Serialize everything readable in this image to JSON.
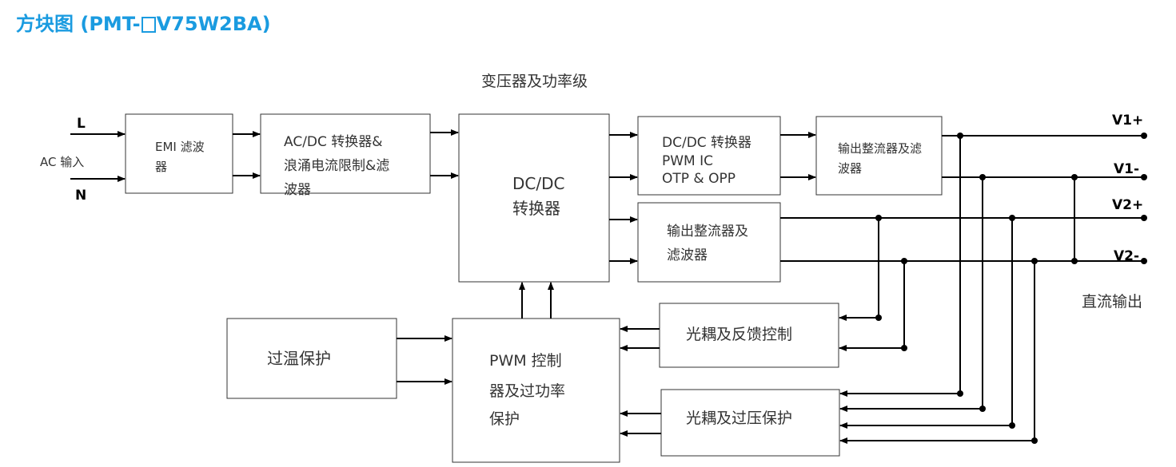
{
  "title": {
    "prefix": "方块图 (PMT-",
    "suffix": "V75W2BA)"
  },
  "labels": {
    "top_caption": "变压器及功率级",
    "input_L": "L",
    "input_N": "N",
    "input_ac": "AC 输入",
    "output_dc": "直流输出",
    "v1p": "V1+",
    "v1n": "V1-",
    "v2p": "V2+",
    "v2n": "V2-"
  },
  "blocks": {
    "emi": [
      "EMI 滤波",
      "器"
    ],
    "acdc": [
      "AC/DC 转换器&",
      "浪涌电流限制&滤",
      "波器"
    ],
    "dcdc_main": [
      "DC/DC",
      "转换器"
    ],
    "dcdc2": [
      "DC/DC 转换器",
      "PWM IC",
      "OTP & OPP"
    ],
    "rect1": [
      "输出整流器及滤",
      "波器"
    ],
    "rect2": [
      "输出整流器及",
      "滤波器"
    ],
    "otp": [
      "过温保护"
    ],
    "pwm": [
      "PWM 控制",
      "器及过功率",
      "保护"
    ],
    "fb": [
      "光耦及反馈控制"
    ],
    "ovp": [
      "光耦及过压保护"
    ]
  }
}
